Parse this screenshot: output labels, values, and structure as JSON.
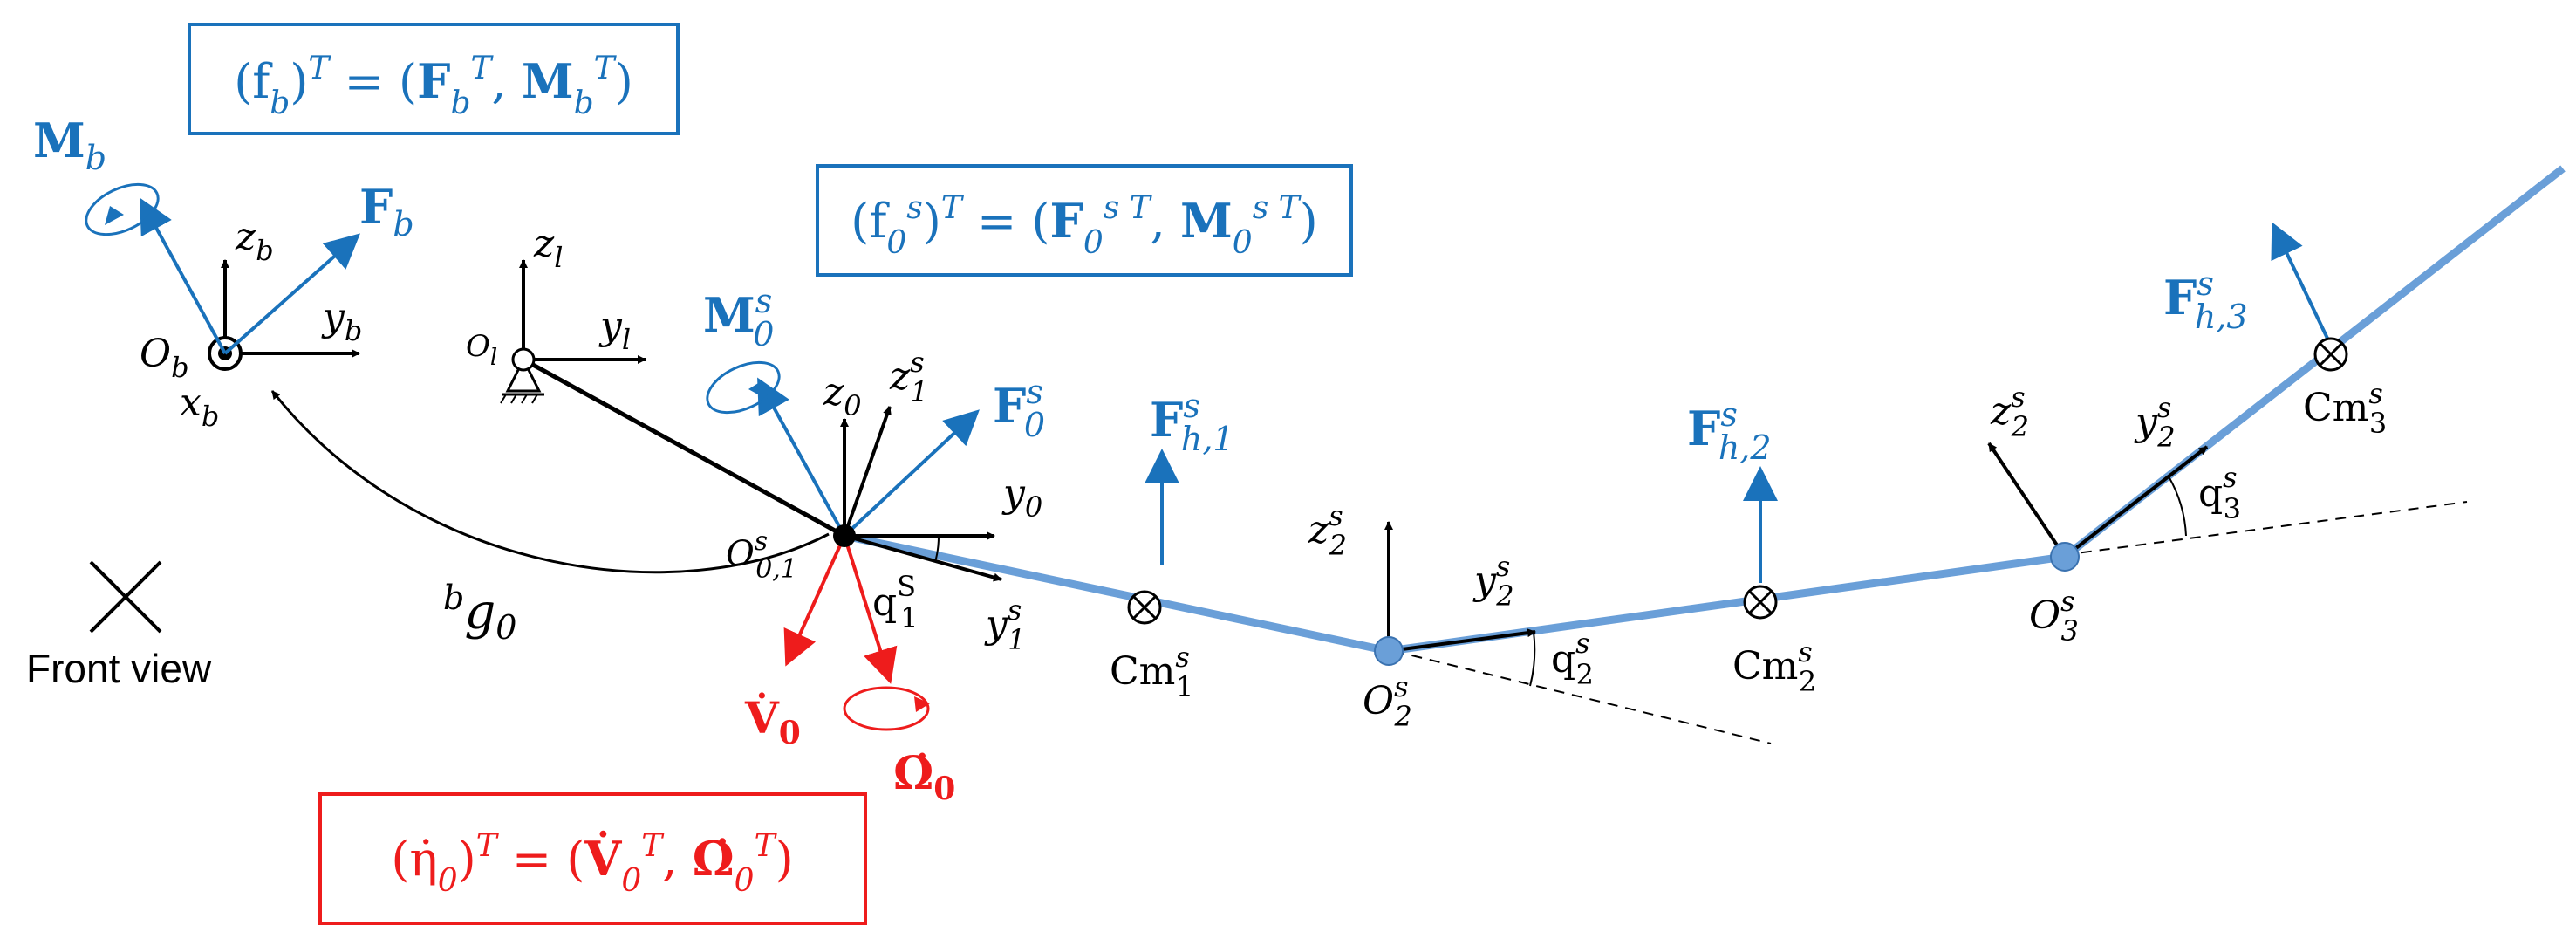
{
  "colors": {
    "blue": "#1a72bb",
    "red": "#ee1c1c",
    "link": "#6a9fd8",
    "black": "#000000"
  },
  "boxes": {
    "base_wrench": {
      "lhs": "(f",
      "lhs_sub": "b",
      "mid": ")",
      "sup": "T",
      "eq": " = (",
      "f1": "F",
      "f1_sub": "b",
      "f1_sup": "T",
      "comma": ", ",
      "f2": "M",
      "f2_sub": "b",
      "f2_sup": "T",
      "close": ")"
    },
    "joint0_wrench": {
      "lhs": "(f",
      "lhs_sub": "0",
      "lhs_sup": "s",
      "mid": ")",
      "sup": "T",
      "eq": " = (",
      "f1": "F",
      "f1_sub": "0",
      "f1_sup": "s T",
      "comma": ", ",
      "f2": "M",
      "f2_sub": "0",
      "f2_sup": "s T",
      "close": ")"
    },
    "accel": {
      "lhs": "(η̇",
      "lhs_sub": "0",
      "mid": ")",
      "sup": "T",
      "eq": " = (",
      "f1": "V̇",
      "f1_sub": "0",
      "f1_sup": "T",
      "comma": ", ",
      "f2": "Ω̇",
      "f2_sub": "0",
      "f2_sup": "T",
      "close": ")"
    }
  },
  "labels": {
    "Mb": {
      "main": "M",
      "sub": "b"
    },
    "Fb": {
      "main": "F",
      "sub": "b"
    },
    "zb": {
      "main": "z",
      "sub": "b"
    },
    "yb": {
      "main": "y",
      "sub": "b"
    },
    "xb": {
      "main": "x",
      "sub": "b"
    },
    "Ob": {
      "main": "O",
      "sub": "b"
    },
    "zl": {
      "main": "z",
      "sub": "l"
    },
    "yl": {
      "main": "y",
      "sub": "l"
    },
    "Ol": {
      "main": "O",
      "sub": "l"
    },
    "M0s": {
      "main": "M",
      "sub": "0",
      "sup": "s"
    },
    "F0s": {
      "main": "F",
      "sub": "0",
      "sup": "s"
    },
    "z0": {
      "main": "z",
      "sub": "0"
    },
    "z1s": {
      "main": "z",
      "sub": "1",
      "sup": "s"
    },
    "y0": {
      "main": "y",
      "sub": "0"
    },
    "O01s": {
      "main": "O",
      "sub": "0,1",
      "sup": "s"
    },
    "bg0": {
      "pre": "b",
      "main": "g",
      "sub": "0"
    },
    "q1s": {
      "main": "q",
      "sub": "1",
      "sup": "S"
    },
    "y1s": {
      "main": "y",
      "sub": "1",
      "sup": "s"
    },
    "V0dot": {
      "main": "V̇",
      "sub": "0"
    },
    "Om0dot": {
      "main": "Ω̇",
      "sub": "0"
    },
    "Fh1": {
      "main": "F",
      "sub": "h,1",
      "sup": "s"
    },
    "Cm1": {
      "main": "Cm",
      "sub": "1",
      "sup": "s"
    },
    "z2s_a": {
      "main": "z",
      "sub": "2",
      "sup": "s"
    },
    "y2s_a": {
      "main": "y",
      "sub": "2",
      "sup": "s"
    },
    "q2s": {
      "main": "q",
      "sub": "2",
      "sup": "s"
    },
    "O2s": {
      "main": "O",
      "sub": "2",
      "sup": "s"
    },
    "Fh2": {
      "main": "F",
      "sub": "h,2",
      "sup": "s"
    },
    "Cm2": {
      "main": "Cm",
      "sub": "2",
      "sup": "s"
    },
    "z2s_b": {
      "main": "z",
      "sub": "2",
      "sup": "s"
    },
    "y2s_b": {
      "main": "y",
      "sub": "2",
      "sup": "s"
    },
    "q3s": {
      "main": "q",
      "sub": "3",
      "sup": "s"
    },
    "O3s": {
      "main": "O",
      "sub": "3",
      "sup": "s"
    },
    "Fh3": {
      "main": "F",
      "sub": "h,3",
      "sup": "s"
    },
    "Cm3": {
      "main": "Cm",
      "sub": "3",
      "sup": "s"
    }
  },
  "view": {
    "text": "Front view"
  }
}
